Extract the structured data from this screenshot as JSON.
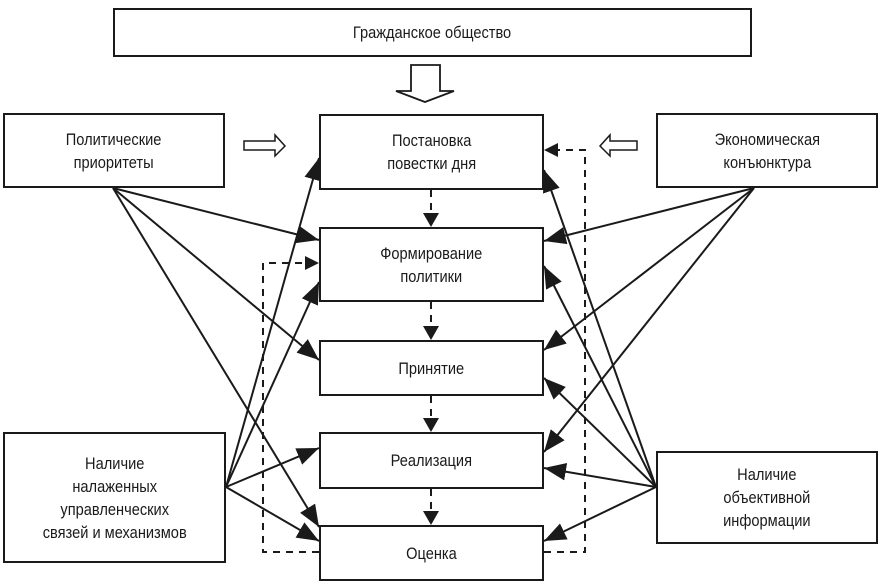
{
  "diagram": {
    "top": {
      "label": "Гражданское общество"
    },
    "left_factors": [
      {
        "id": "political",
        "label": "Политические\nприоритеты"
      },
      {
        "id": "mechanisms",
        "label": "Наличие\nналаженных\nуправленческих\nсвязей и механизмов"
      }
    ],
    "right_factors": [
      {
        "id": "economic",
        "label": "Экономическая\nконъюнктура"
      },
      {
        "id": "information",
        "label": "Наличие\nобъективной\nинформации"
      }
    ],
    "stages": [
      {
        "id": "agenda",
        "label": "Постановка\nповестки дня"
      },
      {
        "id": "formation",
        "label": "Формирование\nполитики"
      },
      {
        "id": "adoption",
        "label": "Принятие"
      },
      {
        "id": "implementation",
        "label": "Реализация"
      },
      {
        "id": "evaluation",
        "label": "Оценка"
      }
    ],
    "edges": [
      {
        "from": "political",
        "to": [
          "formation",
          "adoption",
          "evaluation"
        ]
      },
      {
        "from": "mechanisms",
        "to": [
          "agenda",
          "formation",
          "implementation",
          "evaluation"
        ]
      },
      {
        "from": "economic",
        "to": [
          "formation",
          "adoption",
          "implementation"
        ]
      },
      {
        "from": "information",
        "to": [
          "agenda",
          "formation",
          "adoption",
          "implementation",
          "evaluation"
        ]
      }
    ],
    "colors": {
      "stroke": "#1a1a1a",
      "background": "#ffffff"
    }
  }
}
